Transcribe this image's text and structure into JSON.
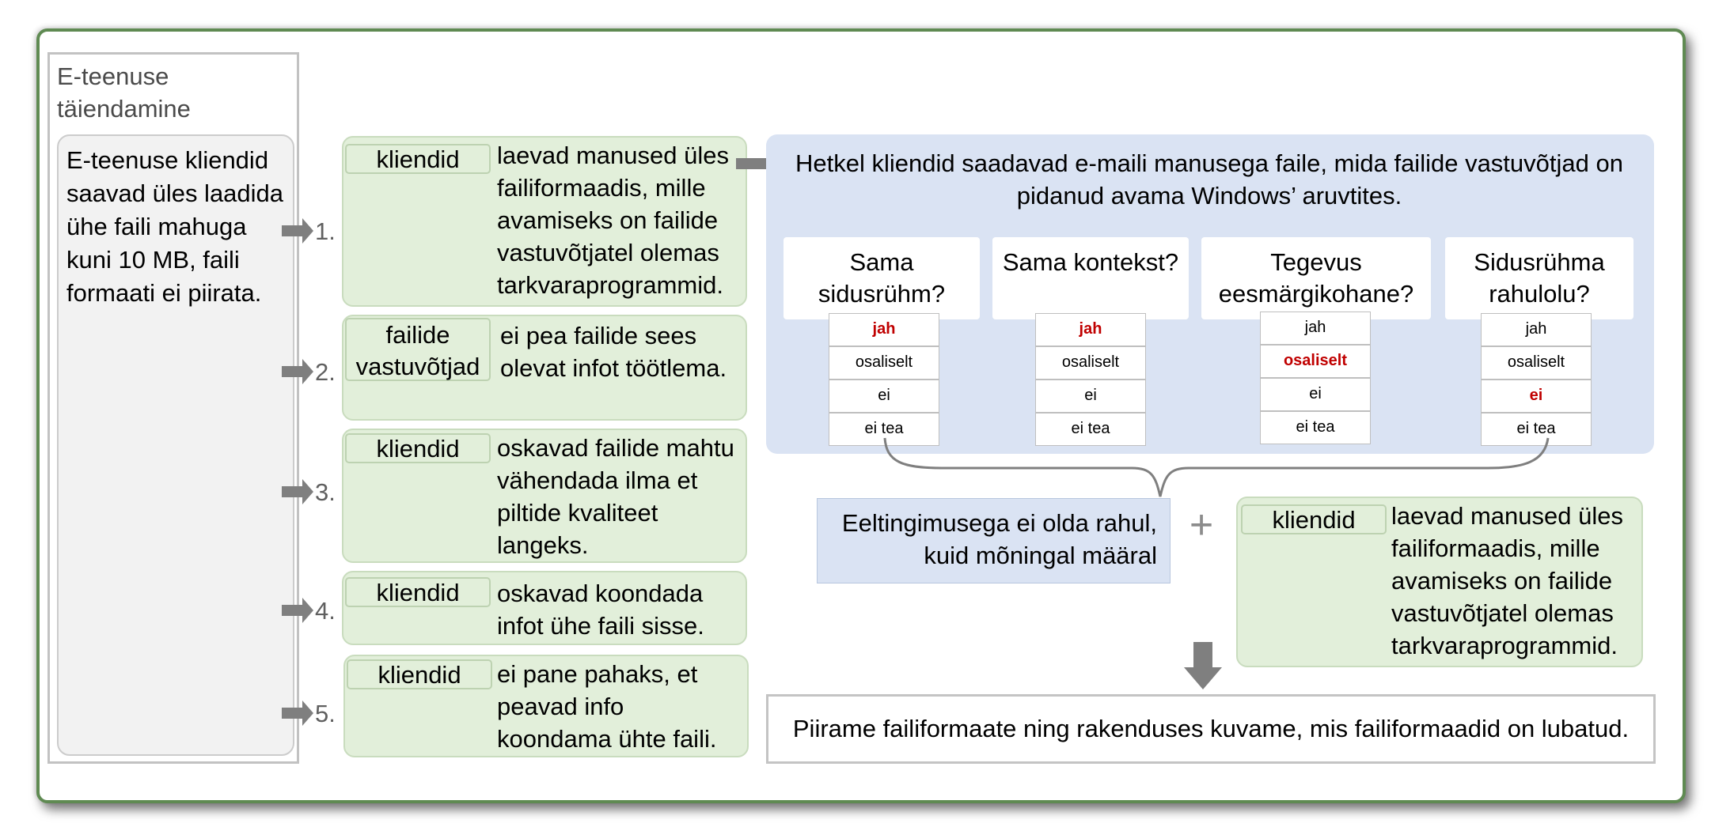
{
  "frame_title": "E-teenuse täiendamine",
  "intro_text": "E-teenuse kliendid saavad üles laadida ühe faili mahuga kuni 10 MB, faili formaati ei piirata.",
  "assumptions": [
    {
      "number": "1.",
      "role": "kliendid",
      "text": "laevad manused üles failiformaadis, mille avamiseks on failide vastuvõtjatel olemas tarkvaraprogrammid."
    },
    {
      "number": "2.",
      "role": "failide vastuvõtjad",
      "text": "ei pea failide sees olevat infot töötlema."
    },
    {
      "number": "3.",
      "role": "kliendid",
      "text": "oskavad failide mahtu vähendada ilma et piltide kvaliteet langeks."
    },
    {
      "number": "4.",
      "role": "kliendid",
      "text": "oskavad koondada infot ühe faili sisse."
    },
    {
      "number": "5.",
      "role": "kliendid",
      "text": "ei pane pahaks, et peavad info koondama ühte faili."
    }
  ],
  "situation_text": "Hetkel kliendid saadavad e-maili manusega faile, mida failide vastuvõtjad on pidanud avama Windows’ aruvtites.",
  "questions": [
    {
      "label": "Sama sidusrühm?",
      "options": [
        "jah",
        "osaliselt",
        "ei",
        "ei tea"
      ],
      "selected": 0
    },
    {
      "label": "Sama kontekst?",
      "options": [
        "jah",
        "osaliselt",
        "ei",
        "ei tea"
      ],
      "selected": 0
    },
    {
      "label": "Tegevus eesmärgikohane?",
      "options": [
        "jah",
        "osaliselt",
        "ei",
        "ei tea"
      ],
      "selected": 1
    },
    {
      "label": "Sidusrühma rahulolu?",
      "options": [
        "jah",
        "osaliselt",
        "ei",
        "ei tea"
      ],
      "selected": 2
    }
  ],
  "conclusion_text": "Eeltingimusega ei olda rahul, kuid mõningal määral",
  "plus_symbol": "+",
  "combined": {
    "role": "kliendid",
    "text": "laevad manused üles failiformaadis, mille avamiseks on failide vastuvõtjatel olemas tarkvaraprogrammid."
  },
  "decision_text": "Piirame failiformaate ning rakenduses kuvame, mis failiformaadid on lubatud.",
  "colors": {
    "frame_border": "#5f8a52",
    "green_box": "#e2efda",
    "blue_box": "#dae3f3",
    "selected_option": "#c00000",
    "arrow": "#7f7f7f"
  }
}
